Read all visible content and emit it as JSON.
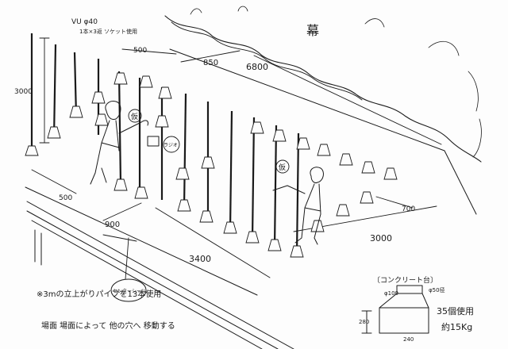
{
  "labels": {
    "vu_spec": "VU φ40",
    "vu_spec2": "1本×3返 ソケット使用",
    "height_3000": "3000",
    "dim_500_top": "500",
    "dim_850": "850",
    "dim_6800": "6800",
    "curtain": "幕",
    "dim_500_left": "500",
    "dim_900": "900",
    "dim_3400": "3400",
    "dim_3000": "3000",
    "dim_700": "700",
    "person_mark_1": "仮",
    "person_mark_2": "仮",
    "radio_label": "ラジオ",
    "center_seal": "センターシール",
    "note_line1": "※3mの立上がりパイプを13本使用",
    "note_line2": "場面 場面によって 他の穴へ 移動する",
    "concrete_title": "〔コンクリート台〕",
    "concrete_dim_top": "φ100",
    "concrete_dim_bottom": "φ50径",
    "concrete_height": "280",
    "concrete_base": "240",
    "count_note": "35個使用",
    "weight_note": "約15Kg"
  },
  "colors": {
    "ink": "#1a1a1a",
    "paper": "#fdfdfd"
  }
}
